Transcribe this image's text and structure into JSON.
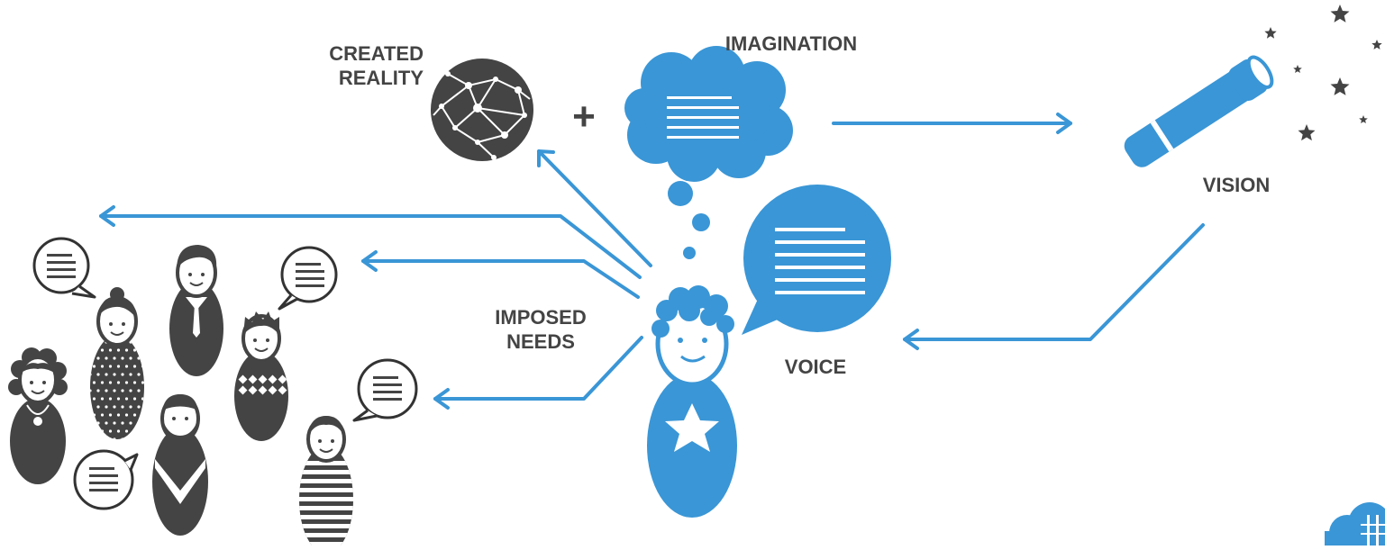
{
  "colors": {
    "blue": "#3a96d6",
    "dark": "#444444",
    "outline": "#333333",
    "white": "#ffffff"
  },
  "labels": {
    "created_reality": [
      "CREATED",
      "REALITY"
    ],
    "imagination": "IMAGINATION",
    "plus": "+",
    "vision": "VISION",
    "imposed_needs": [
      "IMPOSED",
      "NEEDS"
    ],
    "voice": "VOICE"
  },
  "icons": {
    "network_globe": "network-globe-icon",
    "thought_cloud": "thought-cloud-icon",
    "telescope": "telescope-icon",
    "stars": "star-icon",
    "speech_bubble": "speech-bubble-icon",
    "person": "person-icon",
    "cloud_logo": "cloud-logo-icon"
  }
}
